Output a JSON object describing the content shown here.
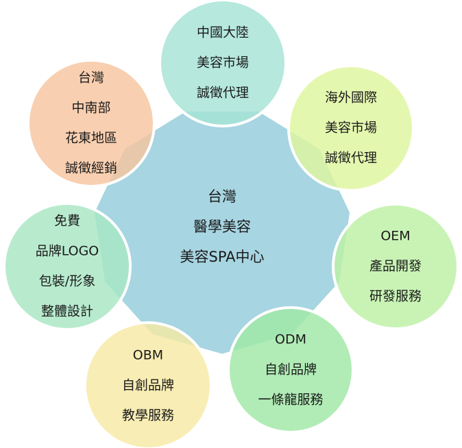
{
  "diagram": {
    "center": {
      "lines": [
        "台灣",
        "醫學美容",
        "美容SPA中心"
      ],
      "color": "#a7d5e1"
    },
    "satellites": [
      {
        "id": "china",
        "lines": [
          "中國大陸",
          "美容市場",
          "誠徵代理"
        ],
        "color": "#a6e3d5"
      },
      {
        "id": "overseas",
        "lines": [
          "海外國際",
          "美容市場",
          "誠徵代理"
        ],
        "color": "#def59e"
      },
      {
        "id": "oem",
        "lines": [
          "OEM",
          "產品開發",
          "研發服務"
        ],
        "color": "#bdf0a5"
      },
      {
        "id": "odm",
        "lines": [
          "ODM",
          "自創品牌",
          "一條龍服務"
        ],
        "color": "#a0e8a6"
      },
      {
        "id": "obm",
        "lines": [
          "OBM",
          "自創品牌",
          "教學服務"
        ],
        "color": "#f7e9a4"
      },
      {
        "id": "branding",
        "lines": [
          "免費",
          "品牌LOGO",
          "包裝/形象",
          "整體設計"
        ],
        "color": "#a8e6c3"
      },
      {
        "id": "taiwan",
        "lines": [
          "台灣",
          "中南部",
          "花東地區",
          "誠徵經銷"
        ],
        "color": "#f6c49f"
      }
    ],
    "ring_stroke_color": "#ffffff"
  }
}
